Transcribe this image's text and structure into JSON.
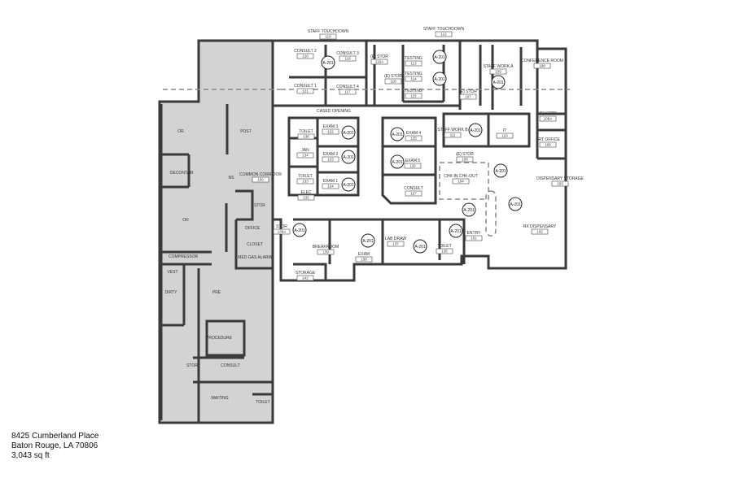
{
  "address": {
    "line1": "8425 Cumberland Place",
    "line2": "Baton Rouge, LA 70806",
    "area": "3,043 sq ft"
  },
  "colors": {
    "existing_area_fill": "#d3d3d3",
    "walls": "#3a3a3a"
  },
  "notes": {
    "cased_opening": "CASED OPENING"
  },
  "section_tag": "A-201",
  "rooms": [
    {
      "name": "OR",
      "number": ""
    },
    {
      "name": "POST",
      "number": ""
    },
    {
      "name": "DECONTAM",
      "number": ""
    },
    {
      "name": "NS",
      "number": ""
    },
    {
      "name": "OR",
      "number": ""
    },
    {
      "name": "STOR",
      "number": ""
    },
    {
      "name": "OFFICE",
      "number": ""
    },
    {
      "name": "CLOSET",
      "number": ""
    },
    {
      "name": "MED GAS ALARM",
      "number": ""
    },
    {
      "name": "COMPRESSOR",
      "number": ""
    },
    {
      "name": "VEST",
      "number": ""
    },
    {
      "name": "DIRTY",
      "number": ""
    },
    {
      "name": "PRE",
      "number": ""
    },
    {
      "name": "PROCEDURE",
      "number": ""
    },
    {
      "name": "STOR",
      "number": ""
    },
    {
      "name": "CONSULT",
      "number": ""
    },
    {
      "name": "WAITING",
      "number": ""
    },
    {
      "name": "TOILET",
      "number": ""
    },
    {
      "name": "STAFF TOUCHDOWN",
      "number": "119"
    },
    {
      "name": "STAFF TOUCHDOWN",
      "number": "112"
    },
    {
      "name": "CONSULT 2",
      "number": "120"
    },
    {
      "name": "CONSULT 3",
      "number": "118"
    },
    {
      "name": "CONSULT 1",
      "number": "121"
    },
    {
      "name": "CONSULT 4",
      "number": "117"
    },
    {
      "name": "(E) STOR",
      "number": "116A"
    },
    {
      "name": "(E) STOR",
      "number": "116"
    },
    {
      "name": "TESTING",
      "number": "113"
    },
    {
      "name": "TESTING",
      "number": "114"
    },
    {
      "name": "TESTING",
      "number": "115"
    },
    {
      "name": "(E) STOR",
      "number": "107"
    },
    {
      "name": "STAFF WORK A",
      "number": "109"
    },
    {
      "name": "CONFERENCE ROOM",
      "number": "108"
    },
    {
      "name": "(E) STOR",
      "number": "106A"
    },
    {
      "name": "SRT OFFICE",
      "number": "106"
    },
    {
      "name": "DISPENSARY STORAGE",
      "number": "103"
    },
    {
      "name": "IT",
      "number": "110"
    },
    {
      "name": "STAFF WORK B",
      "number": "111"
    },
    {
      "name": "(E) STOR",
      "number": "105"
    },
    {
      "name": "CHK-IN CHK-OUT",
      "number": "104"
    },
    {
      "name": "ENTRY",
      "number": "101"
    },
    {
      "name": "RX DISPENSARY",
      "number": "102"
    },
    {
      "name": "TOILET",
      "number": "136"
    },
    {
      "name": "JAN",
      "number": "134"
    },
    {
      "name": "TOILET",
      "number": "133"
    },
    {
      "name": "ELEC",
      "number": "132"
    },
    {
      "name": "EXAM 3",
      "number": "122"
    },
    {
      "name": "EXAM 2",
      "number": "123"
    },
    {
      "name": "EXAM 1",
      "number": "124"
    },
    {
      "name": "EXAM 4",
      "number": "125"
    },
    {
      "name": "EXAM 5",
      "number": "126"
    },
    {
      "name": "CONSULT",
      "number": "127"
    },
    {
      "name": "STOR",
      "number": "139A"
    },
    {
      "name": "BREAKROOM",
      "number": "139"
    },
    {
      "name": "EXAM",
      "number": "138"
    },
    {
      "name": "LAB DRAW",
      "number": "137"
    },
    {
      "name": "TOILET",
      "number": "135"
    },
    {
      "name": "STORAGE",
      "number": "142"
    },
    {
      "name": "COMMON CORRIDOR",
      "number": "100"
    }
  ]
}
